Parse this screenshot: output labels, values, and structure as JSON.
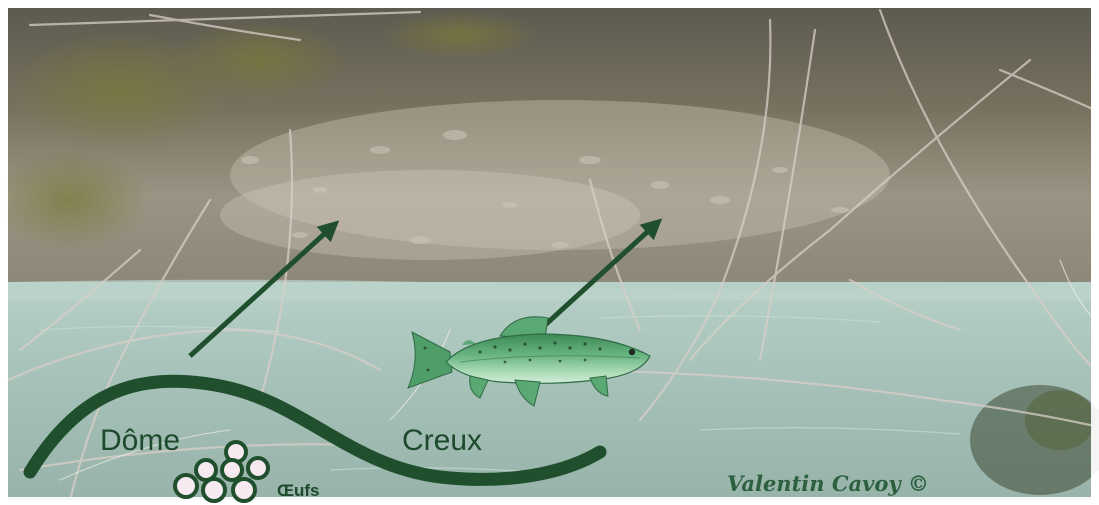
{
  "diagram": {
    "labels": {
      "dome": "Dôme",
      "creux": "Creux",
      "oeufs": "Œufs"
    },
    "credit": "Valentin Cavoy ©",
    "colors": {
      "accent": "#1f4f2c",
      "label": "#1d4a2c",
      "credit": "#2c6040",
      "egg_fill": "#f6eaf0",
      "fish_body": "#5fae74",
      "fish_back": "#3f8a57",
      "water": "#a8c4bc",
      "gravel": "#9a958a"
    },
    "icons": {
      "fish": "trout-icon",
      "flow": "arrow-icon",
      "eggs": "egg-cluster-icon"
    }
  }
}
